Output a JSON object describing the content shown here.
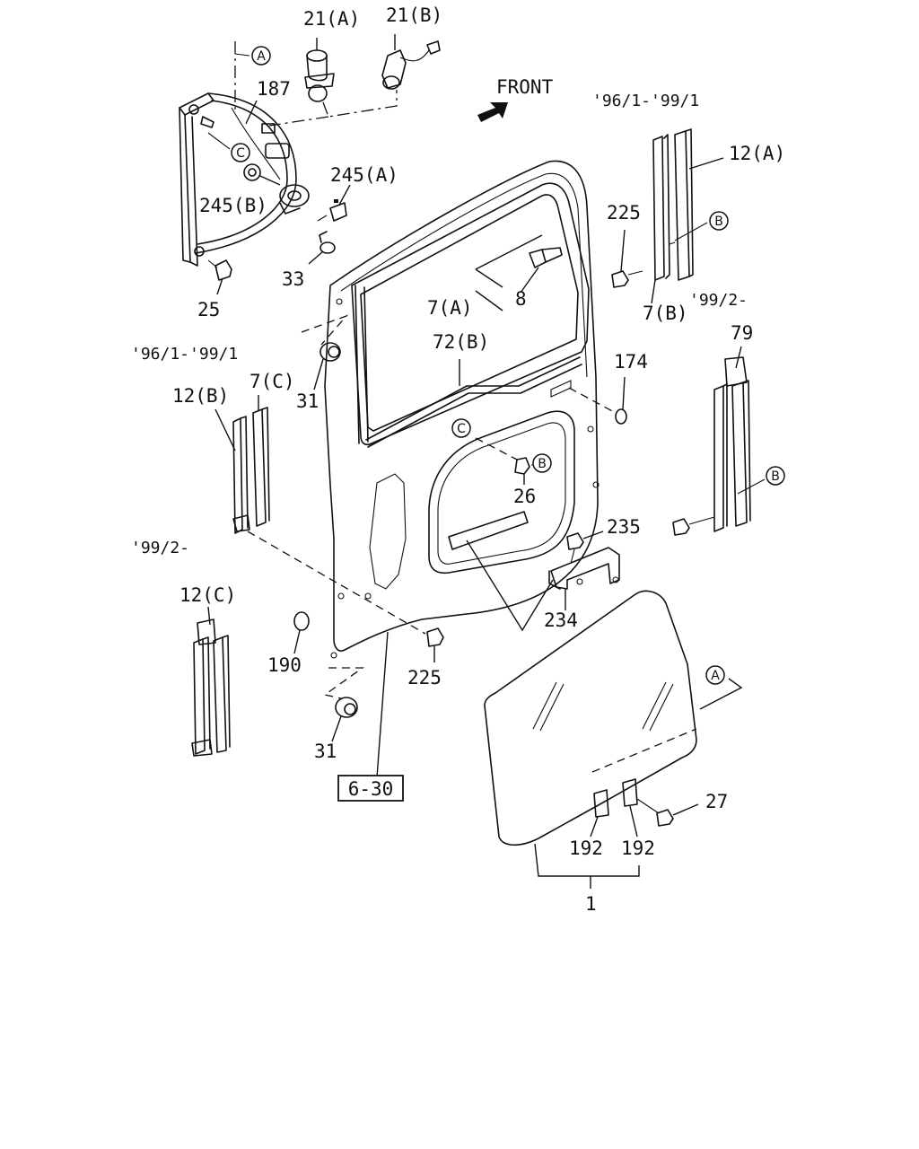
{
  "front_label": "FRONT",
  "year_ranges": {
    "top_right": "'96/1-'99/1",
    "mid_right": "'99/2-",
    "left_upper": "'96/1-'99/1",
    "left_lower": "'99/2-"
  },
  "section_ref": "6-30",
  "callouts": {
    "p21a": "21(A)",
    "p21b": "21(B)",
    "p187": "187",
    "p245a": "245(A)",
    "p245b": "245(B)",
    "p33": "33",
    "p25": "25",
    "p12a": "12(A)",
    "p225_top": "225",
    "p7b": "7(B)",
    "p7a": "7(A)",
    "p8": "8",
    "p72b": "72(B)",
    "p174": "174",
    "p79": "79",
    "p31_top": "31",
    "p12b": "12(B)",
    "p7c": "7(C)",
    "p26": "26",
    "p235": "235",
    "p234": "234",
    "p12c": "12(C)",
    "p190": "190",
    "p225_bottom": "225",
    "p31_bottom": "31",
    "p27": "27",
    "p192_left": "192",
    "p192_right": "192",
    "p1": "1"
  },
  "circled_refs": {
    "a_top": "A",
    "c_top": "C",
    "b_right_top": "B",
    "b_right_mid": "B",
    "c_door": "C",
    "b_door": "B",
    "a_glass": "A"
  }
}
